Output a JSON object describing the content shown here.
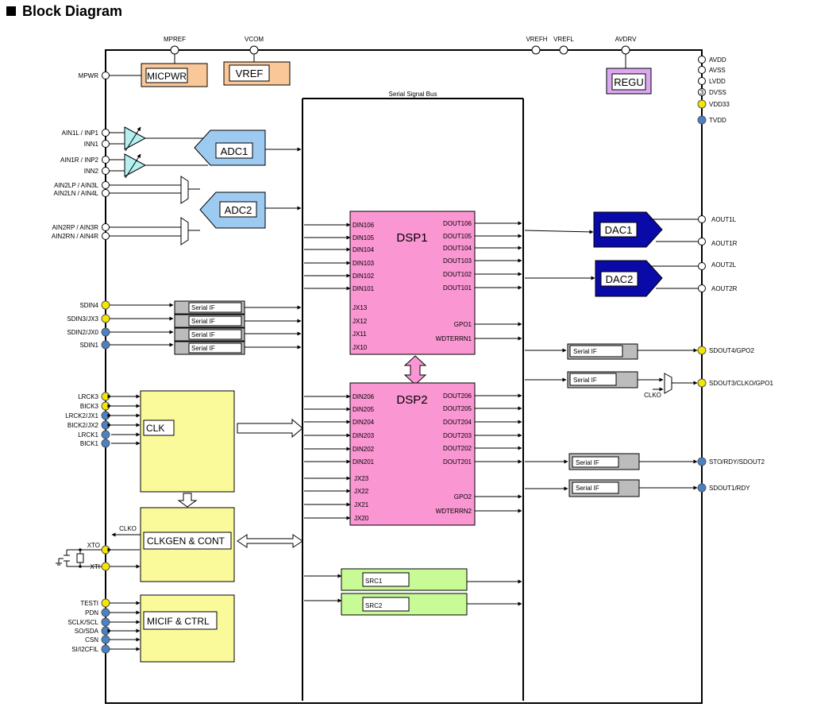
{
  "title": "Block Diagram",
  "top_pins": {
    "mpref": "MPREF",
    "vcom": "VCOM",
    "vrefh": "VREFH",
    "vrefl": "VREFL",
    "avdrv": "AVDRV"
  },
  "blocks": {
    "micpwr": "MICPWR",
    "vref": "VREF",
    "regu": "REGU",
    "adc1": "ADC1",
    "adc2": "ADC2",
    "dac1": "DAC1",
    "dac2": "DAC2",
    "dsp1": "DSP1",
    "dsp2": "DSP2",
    "clk": "CLK",
    "clkgen": "CLKGEN & CONT",
    "micif": "MICIF & CTRL",
    "src1": "SRC1",
    "src2": "SRC2",
    "serial_bus": "Serial Signal Bus",
    "serial_if": "Serial IF",
    "clko": "CLKO"
  },
  "right_power_pins": [
    "AVDD",
    "AVSS",
    "LVDD",
    "DVSS",
    "VDD33",
    "TVDD"
  ],
  "dvss_count": "3",
  "left_pins": {
    "mpwr": "MPWR",
    "analog": [
      "AIN1L / INP1",
      "INN1",
      "AIN1R / INP2",
      "INN2",
      "AIN2LP / AIN3L",
      "AIN2LN / AIN4L",
      "AIN2RP / AIN3R",
      "AIN2RN / AIN4R"
    ],
    "sdin": [
      "SDIN4",
      "SDIN3/JX3",
      "SDIN2/JX0",
      "SDIN1"
    ],
    "clock": [
      "LRCK3",
      "BICK3",
      "LRCK2/JX1",
      "BICK2/JX2",
      "LRCK1",
      "BICK1"
    ],
    "xto": "XTO",
    "xti": "XTI",
    "ctrl": [
      "TESTI",
      "PDN",
      "SCLK/SCL",
      "SO/SDA",
      "CSN",
      "SI/I2CFIL"
    ]
  },
  "right_pins": {
    "aout": [
      "AOUT1L",
      "AOUT1R",
      "AOUT2L",
      "AOUT2R"
    ],
    "sdout": [
      "SDOUT4/GPO2",
      "SDOUT3/CLKO/GPO1",
      "STO/RDY/SDOUT2",
      "SDOUT1/RDY"
    ]
  },
  "dsp1_ports": {
    "left": [
      "DIN106",
      "DIN105",
      "DIN104",
      "DIN103",
      "DIN102",
      "DIN101",
      "JX13",
      "JX12",
      "JX11",
      "JX10"
    ],
    "right": [
      "DOUT106",
      "DOUT105",
      "DOUT104",
      "DOUT103",
      "DOUT102",
      "DOUT101",
      "GPO1",
      "WDTERRN1"
    ]
  },
  "dsp2_ports": {
    "left": [
      "DIN206",
      "DIN205",
      "DIN204",
      "DIN203",
      "DIN202",
      "DIN201",
      "JX23",
      "JX22",
      "JX21",
      "JX20"
    ],
    "right": [
      "DOUT206",
      "DOUT205",
      "DOUT204",
      "DOUT203",
      "DOUT202",
      "DOUT201",
      "GPO2",
      "WDTERRN2"
    ]
  },
  "colors": {
    "orange": "#fac898",
    "purple": "#dba8f0",
    "lightblue": "#9ccaf0",
    "cyan": "#b4f0f0",
    "navy": "#0a0aa8",
    "pink": "#fa96d2",
    "yellow": "#fafa9a",
    "green": "#c8fa96",
    "gray": "#bcbcbc",
    "pin_yellow": "#f5e600",
    "pin_blue": "#4a82c8"
  }
}
